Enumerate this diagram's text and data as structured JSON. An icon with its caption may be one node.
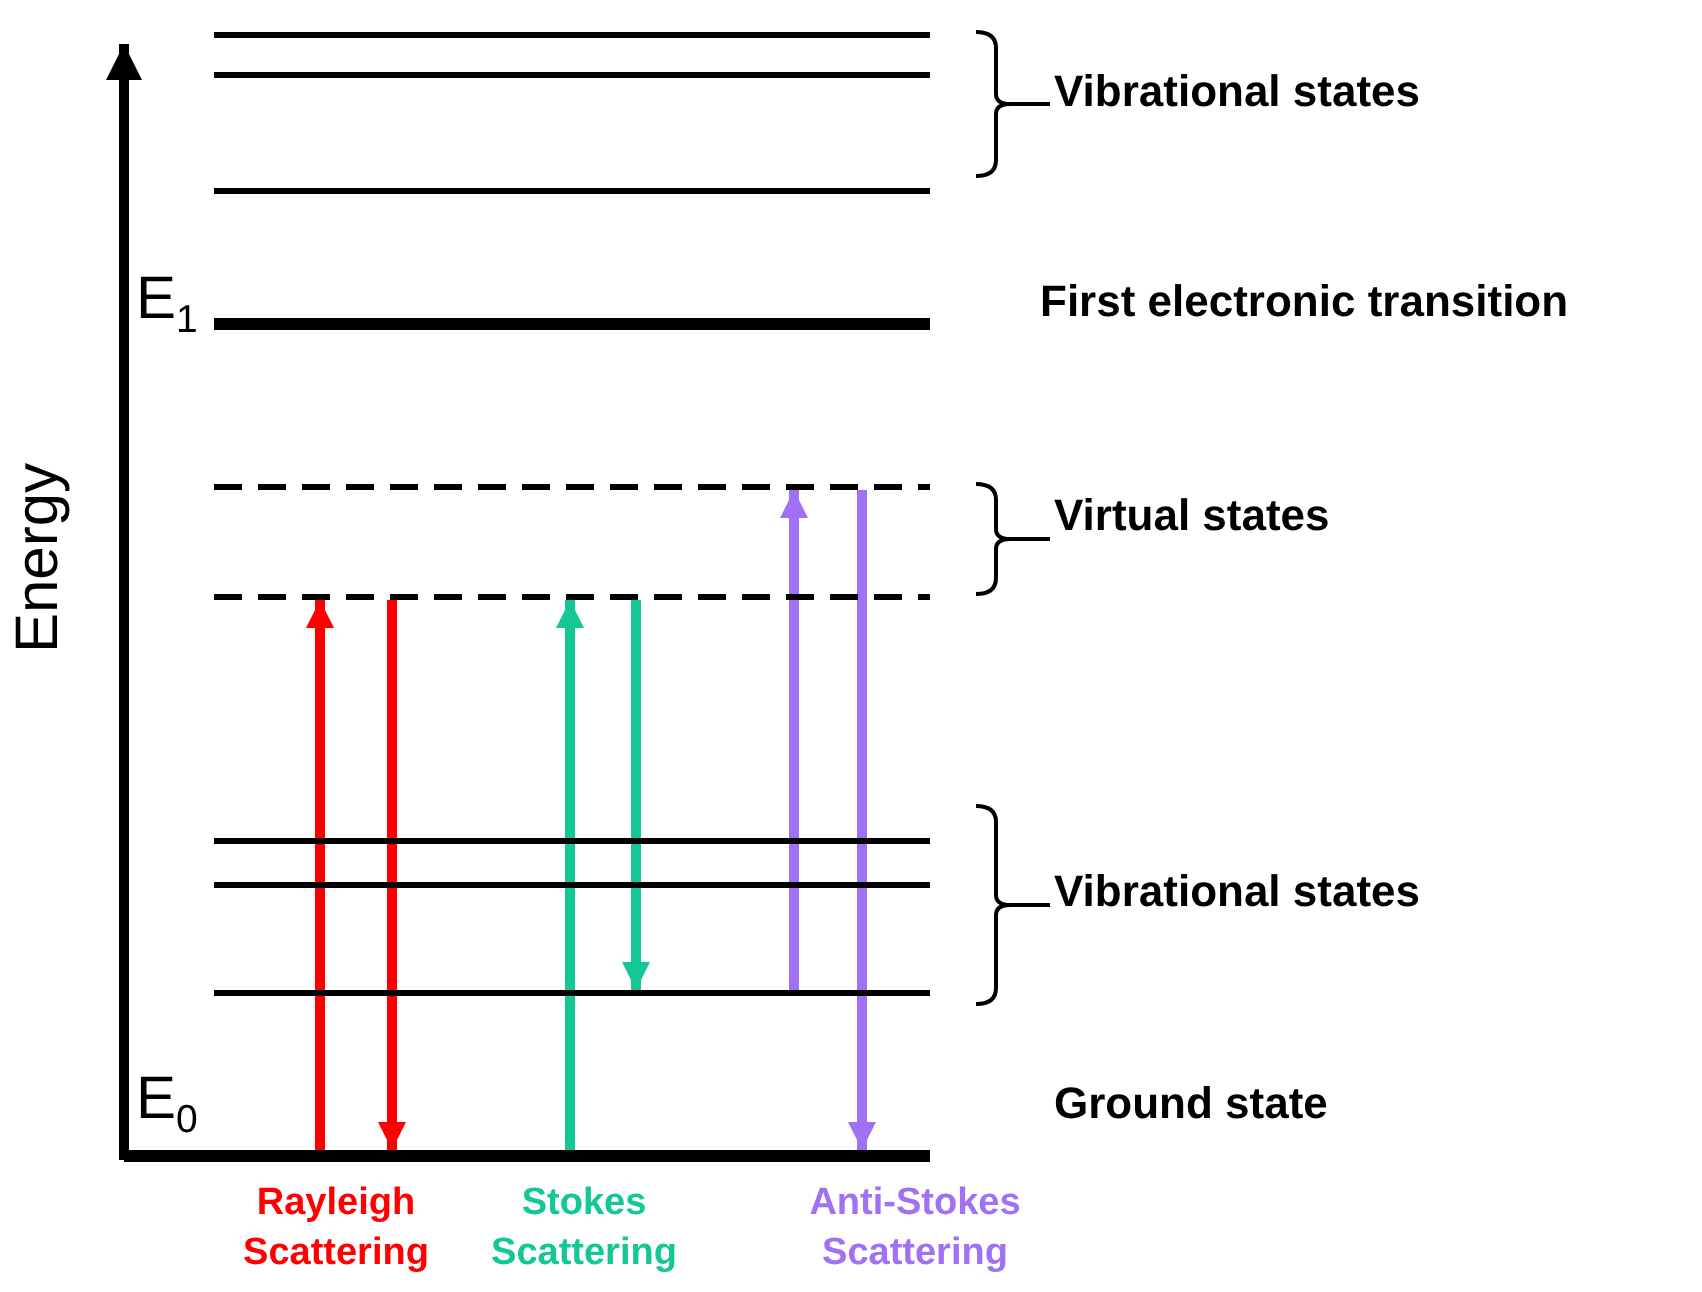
{
  "diagram": {
    "nodes": [
      {
        "text": [],
        "shape": "bar"
      },
      {
        "text": [],
        "shape": "bar"
      },
      {
        "text": [],
        "shape": "bar"
      },
      {
        "text": [],
        "shape": "bar",
        "beside": [
          "E$_{1}$",
          "First electronic transition"
        ]
      },
      {
        "text": [],
        "shape": "bar"
      },
      {
        "text": [],
        "shape": "bar"
      },
      {
        "text": [],
        "shape": "bar"
      },
      {
        "text": [],
        "shape": "bar"
      },
      {
        "text": [],
        "shape": "bar"
      },
      {
        "text": [],
        "shape": "bar",
        "beside": [
          "E$_{0}$",
          "Ground state"
        ]
      }
    ],
    "edges": [
      {
        "from": 9,
        "to": 5,
        "arrow": "to",
        "color": "#ff0000"
      },
      {
        "from": 5,
        "to": 9,
        "arrow": "to",
        "color": "#ff0000"
      },
      {
        "from": 9,
        "to": 5,
        "arrow": "to",
        "color": "#14c896"
      },
      {
        "from": 5,
        "to": 8,
        "arrow": "to",
        "color": "#14c896"
      },
      {
        "from": 8,
        "to": 4,
        "arrow": "to",
        "color": "#a070f5"
      },
      {
        "from": 4,
        "to": 9,
        "arrow": "to",
        "color": "#a070f5"
      }
    ],
    "labels": [
      "Energy",
      "Vibrational states",
      "Virtual states",
      "Vibrational states",
      "Rayleigh Scattering",
      "Stokes Scattering",
      "Anti-Stokes Scattering"
    ]
  }
}
